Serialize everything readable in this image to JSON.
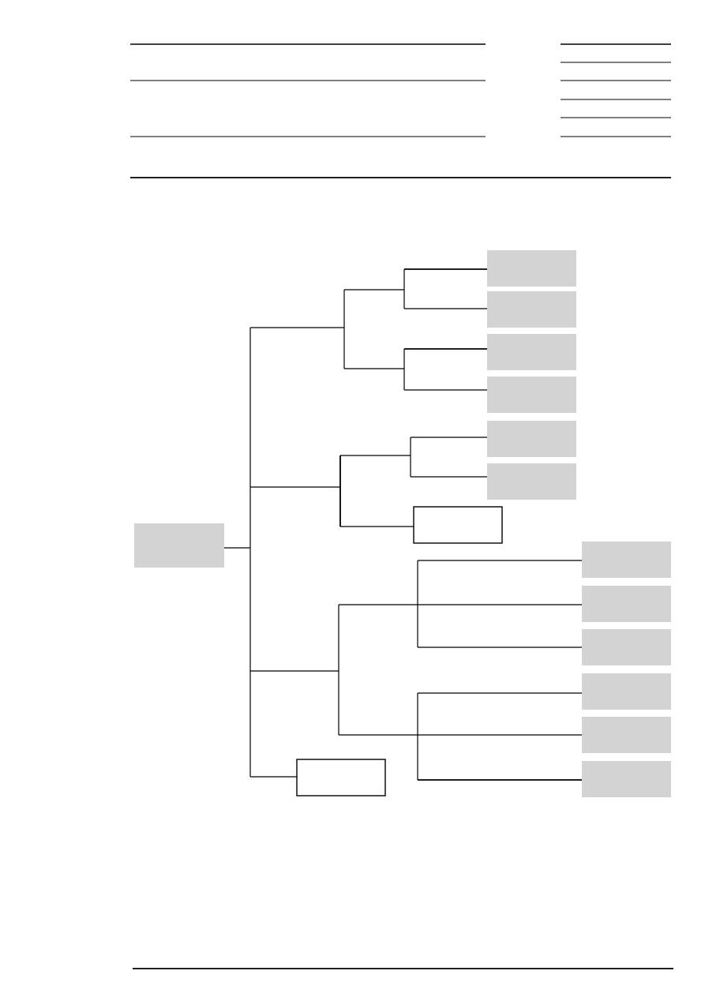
{
  "header": {
    "rule_color": "#000000"
  },
  "tree": {
    "line_color": "#000000",
    "shaded_fill": "#d3d3d3",
    "outlined_fill": "#ffffff",
    "root": {
      "style": "shaded"
    },
    "branches": [
      {
        "groups": [
          {
            "leaves": [
              {
                "style": "shaded"
              },
              {
                "style": "shaded"
              }
            ]
          },
          {
            "leaves": [
              {
                "style": "shaded"
              },
              {
                "style": "shaded"
              }
            ]
          }
        ]
      },
      {
        "groups": [
          {
            "leaves": [
              {
                "style": "shaded"
              },
              {
                "style": "shaded"
              }
            ]
          }
        ],
        "direct_leaf": {
          "style": "outlined"
        }
      },
      {
        "groups": [
          {
            "leaves": [
              {
                "style": "shaded"
              },
              {
                "style": "shaded"
              },
              {
                "style": "shaded"
              }
            ]
          },
          {
            "leaves": [
              {
                "style": "shaded"
              },
              {
                "style": "shaded"
              },
              {
                "style": "shaded"
              }
            ]
          }
        ]
      },
      {
        "direct_leaf": {
          "style": "outlined"
        }
      }
    ]
  },
  "footer": {
    "rule_color": "#000000"
  }
}
